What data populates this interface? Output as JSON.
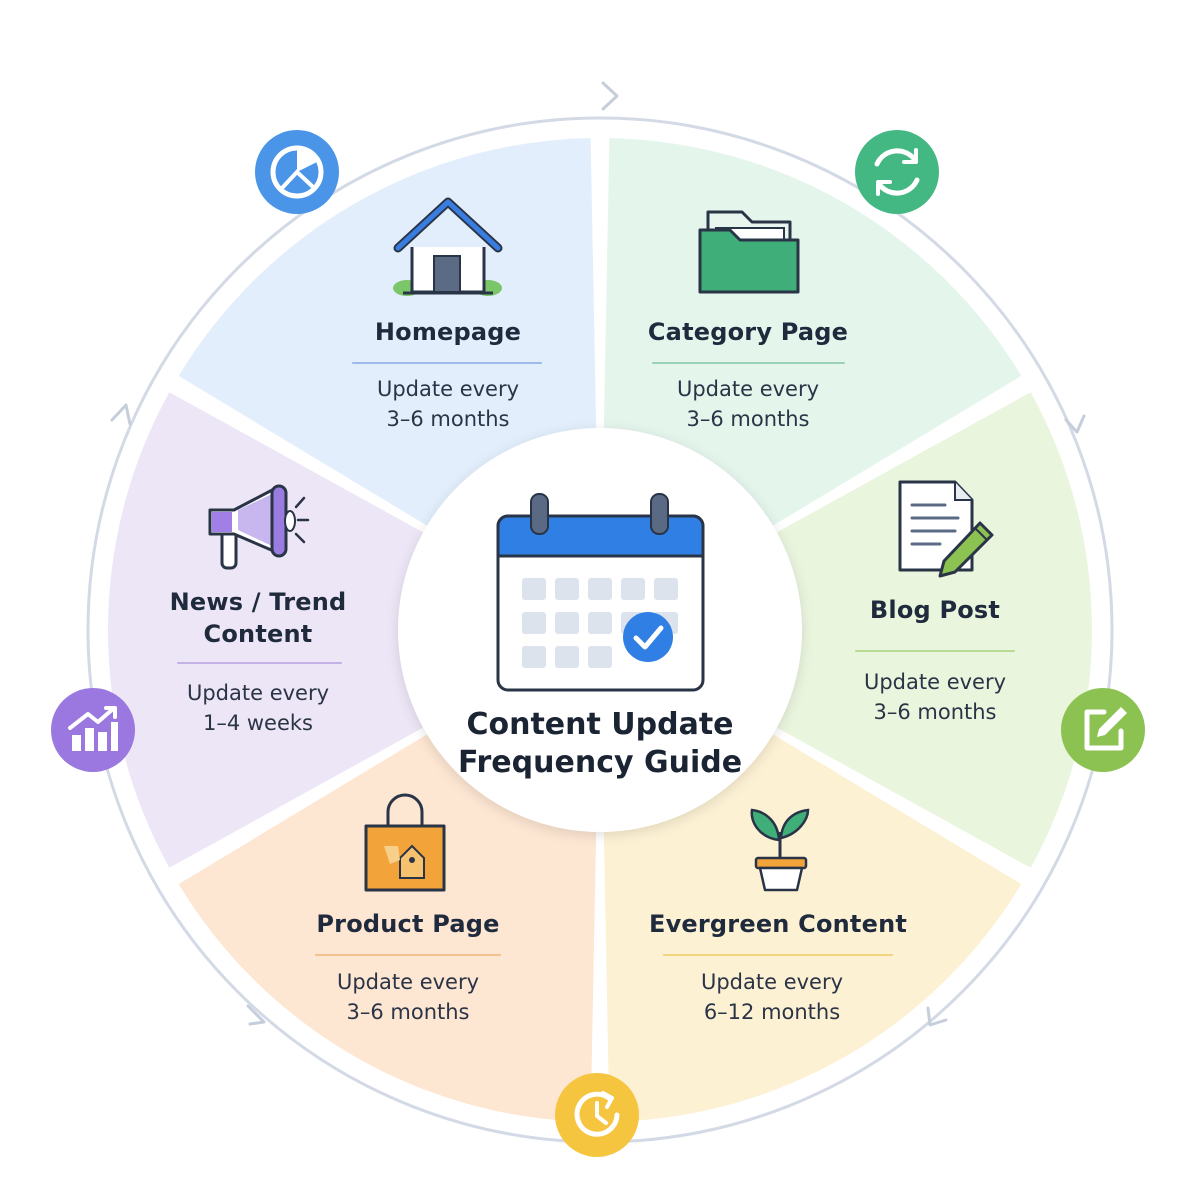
{
  "center": {
    "title_line1": "Content Update",
    "title_line2": "Frequency Guide",
    "icon": "calendar-check-icon"
  },
  "segments": [
    {
      "id": "homepage",
      "title": "Homepage",
      "desc_line1": "Update every",
      "desc_line2": "3–6 months",
      "icon": "house-icon",
      "color": "#3b7de0",
      "fill": "#e2eefb"
    },
    {
      "id": "category",
      "title": "Category Page",
      "desc_line1": "Update every",
      "desc_line2": "3–6 months",
      "icon": "folder-icon",
      "color": "#3fae78",
      "fill": "#e4f5ec"
    },
    {
      "id": "blog",
      "title": "Blog Post",
      "desc_line1": "Update every",
      "desc_line2": "3–6 months",
      "icon": "document-pencil-icon",
      "color": "#86c04b",
      "fill": "#eaf5de"
    },
    {
      "id": "evergreen",
      "title": "Evergreen Content",
      "desc_line1": "Update every",
      "desc_line2": "6–12 months",
      "icon": "potted-plant-icon",
      "color": "#f0c23a",
      "fill": "#fdf1d4"
    },
    {
      "id": "product",
      "title": "Product Page",
      "desc_line1": "Update every",
      "desc_line2": "3–6 months",
      "icon": "shopping-bag-icon",
      "color": "#f2a33a",
      "fill": "#fde6d2"
    },
    {
      "id": "news",
      "title": "News / Trend",
      "title_line2": "Content",
      "desc_line1": "Update every",
      "desc_line2": "1–4 weeks",
      "icon": "megaphone-icon",
      "color": "#9a7ce0",
      "fill": "#ece6f6"
    }
  ],
  "ring_badges": [
    {
      "id": "top-left",
      "icon": "pie-chart-icon",
      "color": "#4a95e8"
    },
    {
      "id": "top-right",
      "icon": "refresh-icon",
      "color": "#43b883"
    },
    {
      "id": "right",
      "icon": "edit-icon",
      "color": "#8cc251"
    },
    {
      "id": "bottom",
      "icon": "clock-refresh-icon",
      "color": "#f5c53f"
    },
    {
      "id": "left",
      "icon": "growth-chart-icon",
      "color": "#9a78df"
    }
  ]
}
